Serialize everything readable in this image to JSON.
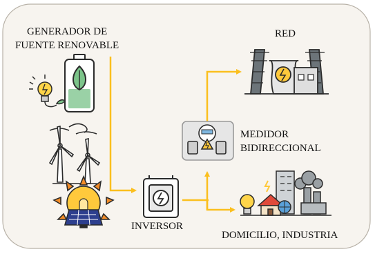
{
  "labels": {
    "generator_line1": "GENERADOR DE",
    "generator_line2": "FUENTE RENOVABLE",
    "grid": "RED",
    "meter_line1": "MEDIDOR",
    "meter_line2": "BIDIRECCIONAL",
    "inverter": "INVERSOR",
    "consumer": "DOMICILIO, INDUSTRIA"
  },
  "colors": {
    "frame_fill": "#f7f4ef",
    "frame_stroke": "#b8b2a8",
    "arrow": "#fbbf1e",
    "outline": "#2b2b2b",
    "meter_box": "#e6e6e6",
    "leaf_green": "#7cc48a",
    "grid_gray": "#6c7479",
    "panel_blue": "#2d3f8e",
    "sun_yellow": "#ffc93c",
    "sun_orange": "#f28c28"
  },
  "icons": [
    "battery-leaf-icon",
    "bulb-plug-icon",
    "wind-turbine-icon",
    "solar-panel-icon",
    "inverter-icon",
    "bidirectional-meter-icon",
    "power-plant-icon",
    "city-industry-icon"
  ]
}
